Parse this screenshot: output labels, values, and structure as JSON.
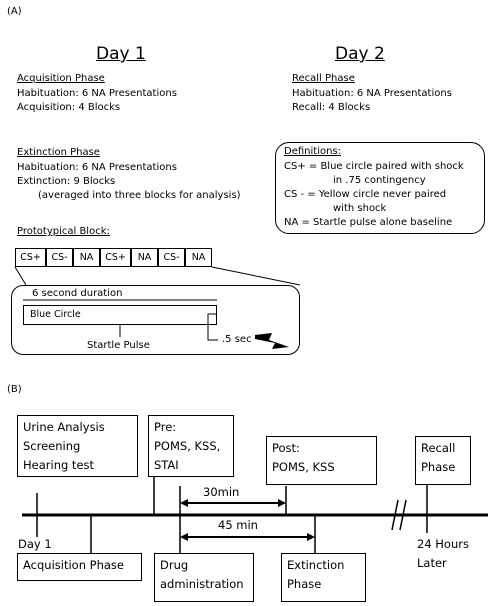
{
  "panel_a_label": "(A)",
  "panel_b_label": "(B)",
  "day1": {
    "title": "Day 1",
    "acquisition": {
      "heading": "Acquisition Phase",
      "lines": [
        "Habituation:  6 NA Presentations",
        "Acquisition:  4 Blocks"
      ]
    },
    "extinction": {
      "heading": "Extinction Phase",
      "lines": [
        "Habituation: 6 NA Presentations",
        "Extinction:  9 Blocks",
        "(averaged into three blocks for analysis)"
      ]
    },
    "prototypical": {
      "heading": "Prototypical Block:",
      "blocks": [
        "CS+",
        "CS-",
        "NA",
        "CS+",
        "NA",
        "CS-",
        "NA"
      ],
      "duration_label": "6 second duration",
      "stimulus_label": "Blue Circle",
      "startle_label": "Startle Pulse",
      "shock_label": ".5 sec"
    }
  },
  "day2": {
    "title": "Day 2",
    "recall": {
      "heading": "Recall Phase",
      "lines": [
        "Habituation: 6 NA Presentations",
        "Recall:  4 Blocks"
      ]
    },
    "definitions": {
      "heading": "Definitions:",
      "lines": [
        "CS+ = Blue circle paired with shock",
        "in .75 contingency",
        "CS - = Yellow circle never paired",
        "with shock",
        "NA = Startle pulse alone baseline"
      ]
    }
  },
  "timeline": {
    "top_boxes": {
      "screening": [
        "Urine Analysis",
        "Screening",
        "Hearing test"
      ],
      "pre": [
        "Pre:",
        "POMS, KSS,",
        "STAI"
      ],
      "post": [
        "Post:",
        "POMS, KSS"
      ],
      "recall": [
        "Recall",
        "Phase"
      ]
    },
    "bottom_boxes": {
      "acquisition": [
        "Acquisition Phase"
      ],
      "drug": [
        "Drug",
        "administration"
      ],
      "extinction": [
        "Extinction",
        "Phase"
      ]
    },
    "interval_30": "30min",
    "interval_45": "45 min",
    "day1_label": "Day 1",
    "later_label": [
      "24 Hours",
      "Later"
    ]
  }
}
